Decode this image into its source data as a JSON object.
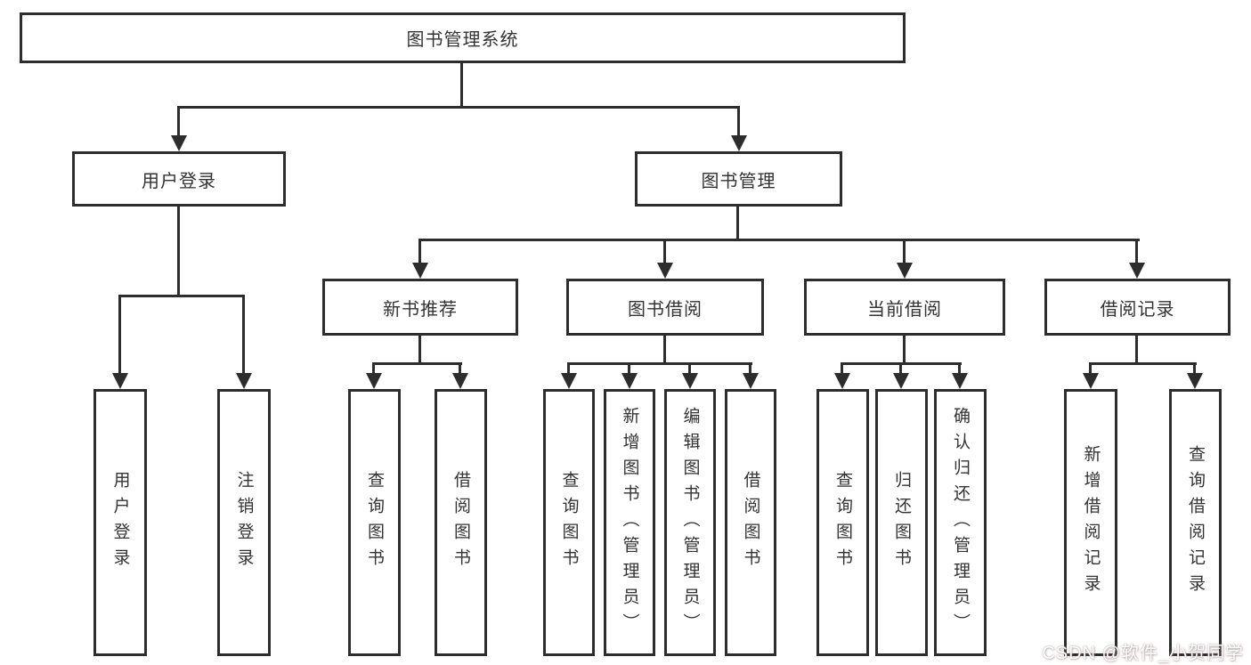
{
  "tree": {
    "root": {
      "label": "图书管理系统"
    },
    "branches": [
      {
        "label": "用户登录",
        "children": [
          {
            "label": "用户登录"
          },
          {
            "label": "注销登录"
          }
        ]
      },
      {
        "label": "图书管理",
        "children": [
          {
            "label": "新书推荐",
            "children": [
              {
                "label": "查询图书"
              },
              {
                "label": "借阅图书"
              }
            ]
          },
          {
            "label": "图书借阅",
            "children": [
              {
                "label": "查询图书"
              },
              {
                "label": "新增图书（管理员）"
              },
              {
                "label": "编辑图书（管理员）"
              },
              {
                "label": "借阅图书"
              }
            ]
          },
          {
            "label": "当前借阅",
            "children": [
              {
                "label": "查询图书"
              },
              {
                "label": "归还图书"
              },
              {
                "label": "确认归还（管理员）"
              }
            ]
          },
          {
            "label": "借阅记录",
            "children": [
              {
                "label": "新增借阅记录"
              },
              {
                "label": "查询借阅记录"
              }
            ]
          }
        ]
      }
    ]
  },
  "watermark": "CSDN @软件_小贺同学"
}
